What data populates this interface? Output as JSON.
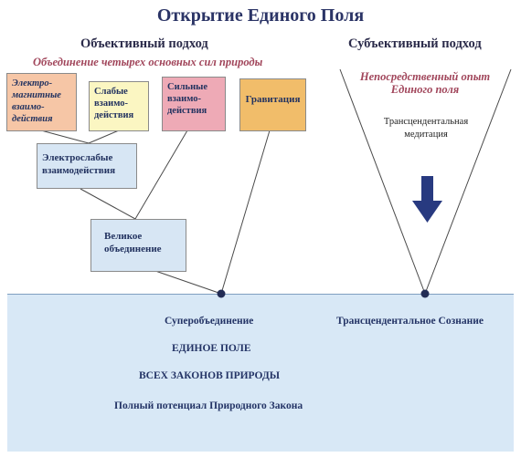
{
  "title": "Открытие Единого Поля",
  "objective": {
    "heading": "Объективный подход",
    "subheading": "Объединение четырех основных сил природы",
    "boxes": {
      "em": "Электро-магнитные взаимо-действия",
      "weak": "Слабые взаимо-действия",
      "strong": "Сильные взаимо-действия",
      "gravity": "Гравитация",
      "electroweak": "Электрослабые взаимодействия",
      "grand": "Великое объединение"
    }
  },
  "subjective": {
    "heading": "Субъективный подход",
    "subheading_line1": "Непосредственный опыт",
    "subheading_line2": "Единого поля",
    "method_line1": "Трансцендентальная",
    "method_line2": "медитация"
  },
  "field": {
    "superunification": "Суперобъединение",
    "unified_field": "ЕДИНОЕ ПОЛЕ",
    "all_laws": "ВСЕХ ЗАКОНОВ ПРИРОДЫ",
    "full_potential": "Полный потенциал Природного Закона",
    "transcendental_consciousness": "Трансцендентальное Сознание"
  },
  "colors": {
    "em": "#f6c6a6",
    "weak": "#fbf6c2",
    "strong": "#eeaab6",
    "gravity": "#f1bd6a",
    "electroweak": "#d7e6f4",
    "grand": "#d7e6f4",
    "ocean": "#d8e8f6",
    "arrow": "#283a80"
  }
}
